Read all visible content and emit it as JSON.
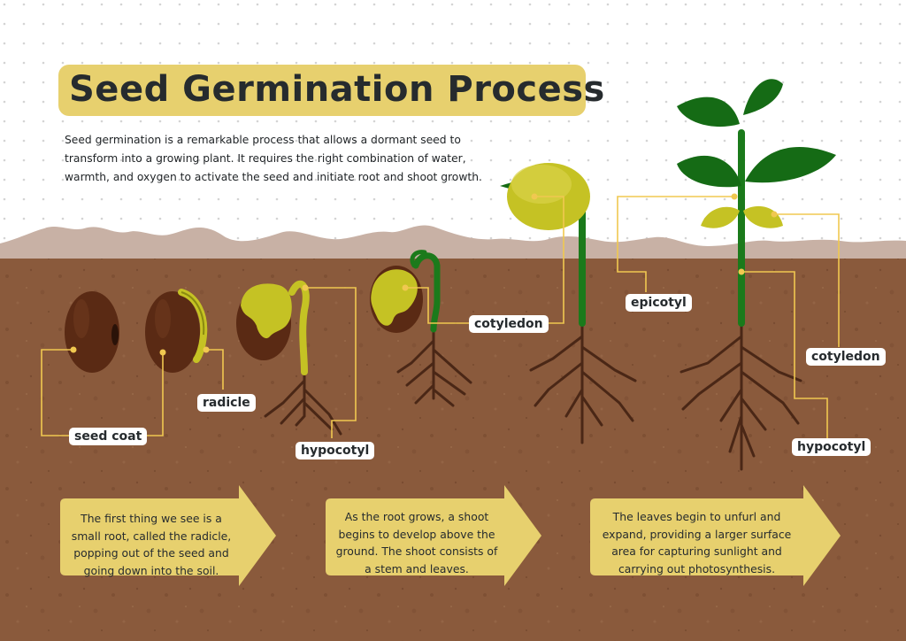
{
  "title": "Seed Germination Process",
  "intro": "Seed germination is a remarkable process that allows a dormant seed to transform into a growing plant. It requires the right combination of water, warmth, and oxygen to activate the seed and initiate root and shoot growth.",
  "labels": {
    "seed_coat": "seed coat",
    "radicle": "radicle",
    "hypocotyl_1": "hypocotyl",
    "cotyledon_1": "cotyledon",
    "epicotyl": "epicotyl",
    "cotyledon_2": "cotyledon",
    "hypocotyl_2": "hypocotyl"
  },
  "steps": [
    {
      "text": "The first thing we see is a small root, called the radicle, popping out of the seed and going down into the soil."
    },
    {
      "text": "As the root grows, a shoot begins to develop above the ground. The shoot consists of a stem and leaves."
    },
    {
      "text": "The leaves begin to unfurl and expand, providing a larger surface area for capturing sunlight and carrying out photosynthesis."
    }
  ],
  "colors": {
    "soil": "#8a5a3c",
    "sky": "#ffffff",
    "hills": "#c8b1a5",
    "seed": "#5a2a14",
    "cotyledon": "#c5c224",
    "stem_green": "#1b7a1b",
    "leaf_dark": "#156b15",
    "root": "#4a2716",
    "accent_yellow": "#e7d06e",
    "line_yellow": "#f0c850"
  }
}
